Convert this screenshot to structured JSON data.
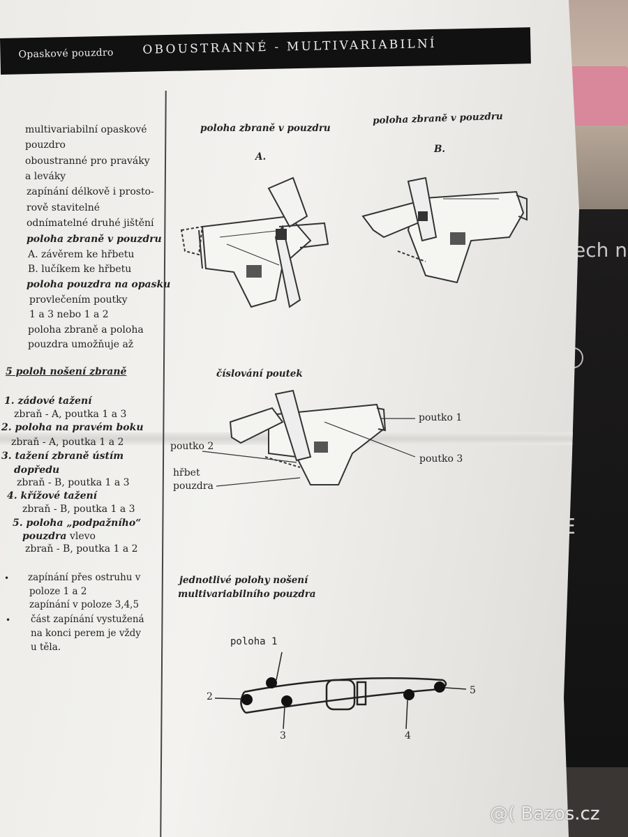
{
  "header": {
    "prefix": "Opaskové pouzdro",
    "title": "OBOUSTRANNÉ - MULTIVARIABILNÍ"
  },
  "left_column": {
    "intro": [
      "multivariabilní opaskové",
      "pouzdro",
      "oboustranné pro praváky",
      "a leváky",
      "zapínání délkově i prosto-",
      "rově stavitelné",
      "odnímatelné druhé jištění"
    ],
    "section1_title": "poloha zbraně v pouzdru",
    "section1_items": [
      "A. závěrem ke hřbetu",
      "B. lučíkem ke hřbetu"
    ],
    "section2_title": "poloha pouzdra na opasku",
    "section2_items": [
      "provlečením poutky",
      "1 a 3 nebo 1 a 2",
      "poloha zbraně a poloha",
      "pouzdra umožňuje až"
    ],
    "carry_title": "5 poloh nošení zbraně",
    "carry": [
      {
        "title": "1. zádové tažení",
        "detail": "zbraň - A, poutka 1 a 3"
      },
      {
        "title": "2. poloha na pravém boku",
        "detail": "zbraň - A, poutka 1 a 2"
      },
      {
        "title": "3. tažení zbraně ústím",
        "title2": "dopředu",
        "detail": "zbraň - B, poutka 1 a 3"
      },
      {
        "title": "4. křížové tažení",
        "detail": "zbraň - B, poutka 1 a 3"
      },
      {
        "title": "5. poloha „podpažního“",
        "title2_it": "pouzdra",
        "title2_plain": " vlevo",
        "detail": "zbraň - B, poutka 1 a 2"
      }
    ],
    "notes": [
      [
        "zapínání přes ostruhu v",
        "poloze 1 a 2",
        "zapínání v poloze 3,4,5"
      ],
      [
        "část zapínání vystužená",
        "na konci perem je vždy",
        "u těla."
      ]
    ]
  },
  "right_column": {
    "fig1_caption": "poloha zbraně v pouzdru",
    "fig1_label": "A.",
    "fig2_caption": "poloha zbraně v pouzdru",
    "fig2_label": "B.",
    "fig3_caption": "číslování poutek",
    "fig3_labels": {
      "p1": "poutko 1",
      "p2": "poutko 2",
      "p3": "poutko 3",
      "back1": "hřbet",
      "back2": "pouzdra"
    },
    "fig4_caption1": "jednotlivé polohy nošení",
    "fig4_caption2": "multivariabilního pouzdra",
    "fig4_labels": {
      "pos": "poloha 1",
      "n2": "2",
      "n3": "3",
      "n4": "4",
      "n5": "5"
    }
  },
  "watermark": "@( Bazos.cz"
}
